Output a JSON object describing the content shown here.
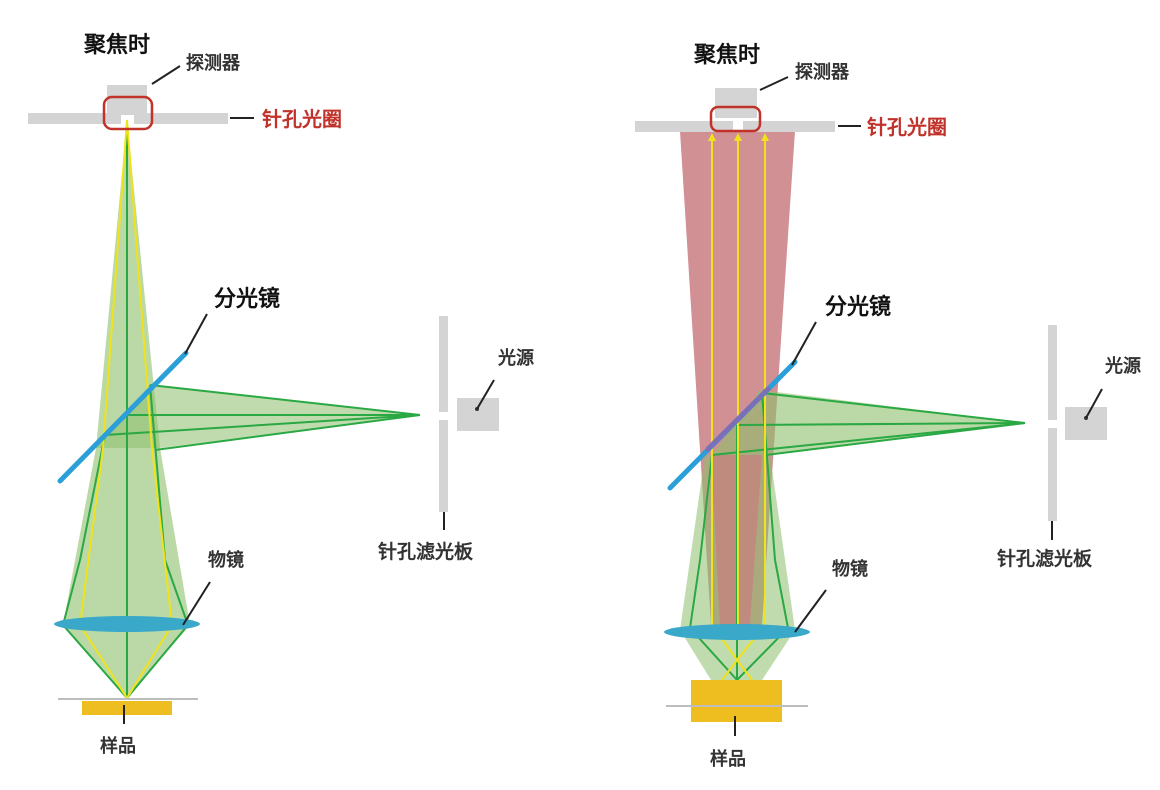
{
  "panels": [
    {
      "title": "聚焦时",
      "labels": {
        "detector": "探测器",
        "pinhole": "针孔光圈",
        "beamsplitter": "分光镜",
        "light_source": "光源",
        "pinhole_plate": "针孔滤光板",
        "objective": "物镜",
        "sample": "样品"
      }
    },
    {
      "title": "聚焦时",
      "labels": {
        "detector": "探测器",
        "pinhole": "针孔光圈",
        "beamsplitter": "分光镜",
        "light_source": "光源",
        "pinhole_plate": "针孔滤光板",
        "objective": "物镜",
        "sample": "样品"
      }
    }
  ],
  "colors": {
    "title_text": "#111111",
    "label_text": "#333333",
    "pinhole_label": "#c0322a",
    "gray_part": "#d4d4d4",
    "green_cone": "#8dc06b",
    "green_ray": "#2aa843",
    "yellow_ray": "#f0e21c",
    "red_beam": "#c97d80",
    "beamsplitter": "#2b9fd8",
    "lens": "#3aa9c9",
    "sample": "#eebd1f"
  }
}
